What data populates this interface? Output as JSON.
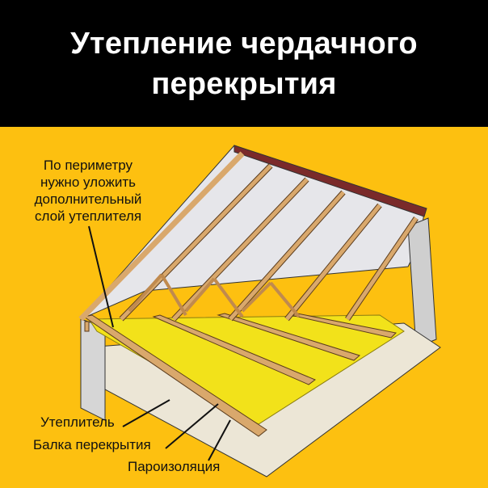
{
  "title": {
    "line1": "Утепление чердачного",
    "line2": "перекрытия"
  },
  "labels": {
    "perimeter": [
      "По периметру",
      "нужно уложить",
      "дополнительный",
      "слой утеплителя"
    ],
    "insulation": "Утеплитель",
    "beam": "Балка перекрытия",
    "vapor_barrier": "Пароизоляция"
  },
  "colors": {
    "background": "#FDC010",
    "header": "#000000",
    "insulation": "#F2E21A",
    "wood": "#D9A86C"
  }
}
